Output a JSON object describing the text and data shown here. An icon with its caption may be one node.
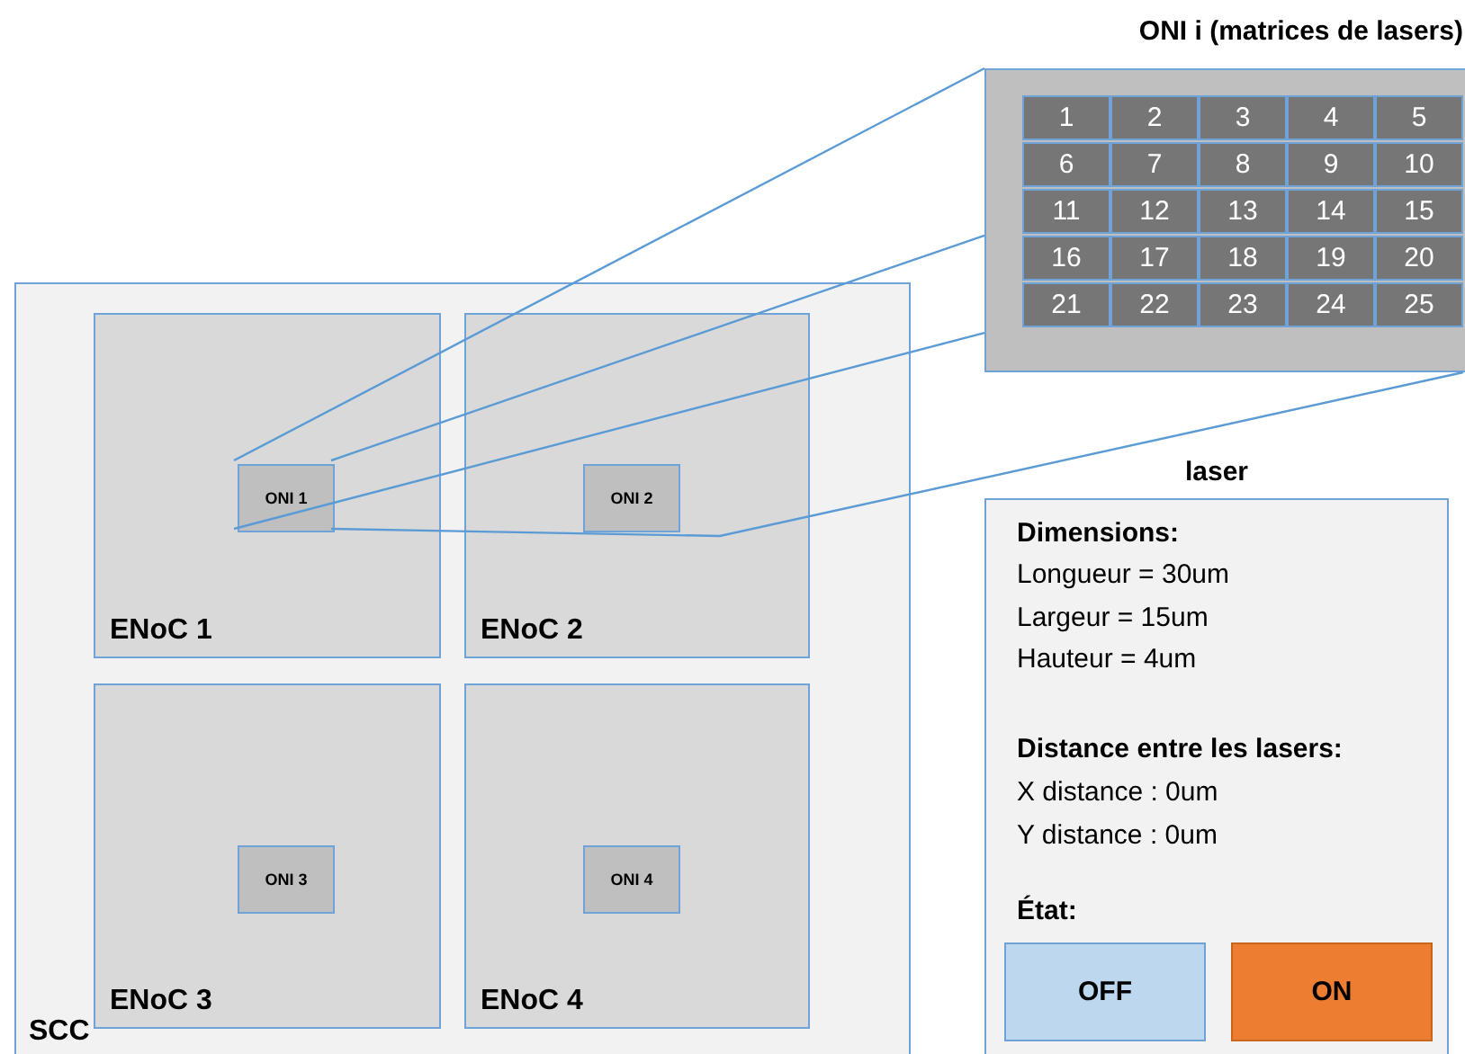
{
  "diagram": {
    "nodes": [
      {
        "text": [
          "SCC"
        ]
      },
      {
        "text": [
          "ENoC 1"
        ],
        "in": 0
      },
      {
        "text": [
          "ONI 1"
        ],
        "in": 1
      },
      {
        "text": [
          "ENoC 2"
        ],
        "in": 0
      },
      {
        "text": [
          "ONI 2"
        ],
        "in": 3
      },
      {
        "text": [
          "ENoC 3"
        ],
        "in": 0
      },
      {
        "text": [
          "ONI 3"
        ],
        "in": 5
      },
      {
        "text": [
          "ENoC 4"
        ],
        "in": 0
      },
      {
        "text": [
          "ONI 4"
        ],
        "in": 7
      },
      {
        "text": [
          "ONI i (matrices de lasers)"
        ]
      },
      {
        "text": [
          "1"
        ],
        "in": 9
      },
      {
        "text": [
          "2"
        ],
        "in": 9
      },
      {
        "text": [
          "3"
        ],
        "in": 9
      },
      {
        "text": [
          "4"
        ],
        "in": 9
      },
      {
        "text": [
          "5"
        ],
        "in": 9
      },
      {
        "text": [
          "6"
        ],
        "in": 9
      },
      {
        "text": [
          "7"
        ],
        "in": 9
      },
      {
        "text": [
          "8"
        ],
        "in": 9
      },
      {
        "text": [
          "9"
        ],
        "in": 9
      },
      {
        "text": [
          "10"
        ],
        "in": 9
      },
      {
        "text": [
          "11"
        ],
        "in": 9
      },
      {
        "text": [
          "12"
        ],
        "in": 9
      },
      {
        "text": [
          "13"
        ],
        "in": 9
      },
      {
        "text": [
          "14"
        ],
        "in": 9
      },
      {
        "text": [
          "15"
        ],
        "in": 9
      },
      {
        "text": [
          "16"
        ],
        "in": 9
      },
      {
        "text": [
          "17"
        ],
        "in": 9
      },
      {
        "text": [
          "18"
        ],
        "in": 9
      },
      {
        "text": [
          "19"
        ],
        "in": 9
      },
      {
        "text": [
          "20"
        ],
        "in": 9
      },
      {
        "text": [
          "21"
        ],
        "in": 9
      },
      {
        "text": [
          "22"
        ],
        "in": 9
      },
      {
        "text": [
          "23"
        ],
        "in": 9
      },
      {
        "text": [
          "24"
        ],
        "in": 9
      },
      {
        "text": [
          "25"
        ],
        "in": 9
      },
      {
        "text": [
          "laser",
          "Dimensions:",
          "Longueur = 30um",
          "Largeur = 15um",
          "Hauteur = 4um",
          "Distance entre les lasers:",
          "X distance : 0um",
          "Y distance : 0um",
          "État:"
        ]
      },
      {
        "text": [
          "OFF"
        ],
        "in": 35
      },
      {
        "text": [
          "ON"
        ],
        "in": 35
      }
    ],
    "edges": [
      {
        "from": 2,
        "to": 9,
        "arrow": "none"
      },
      {
        "from": 2,
        "to": 9,
        "arrow": "none"
      },
      {
        "from": 2,
        "to": 9,
        "arrow": "none"
      },
      {
        "from": 2,
        "to": 9,
        "arrow": "none"
      }
    ]
  }
}
